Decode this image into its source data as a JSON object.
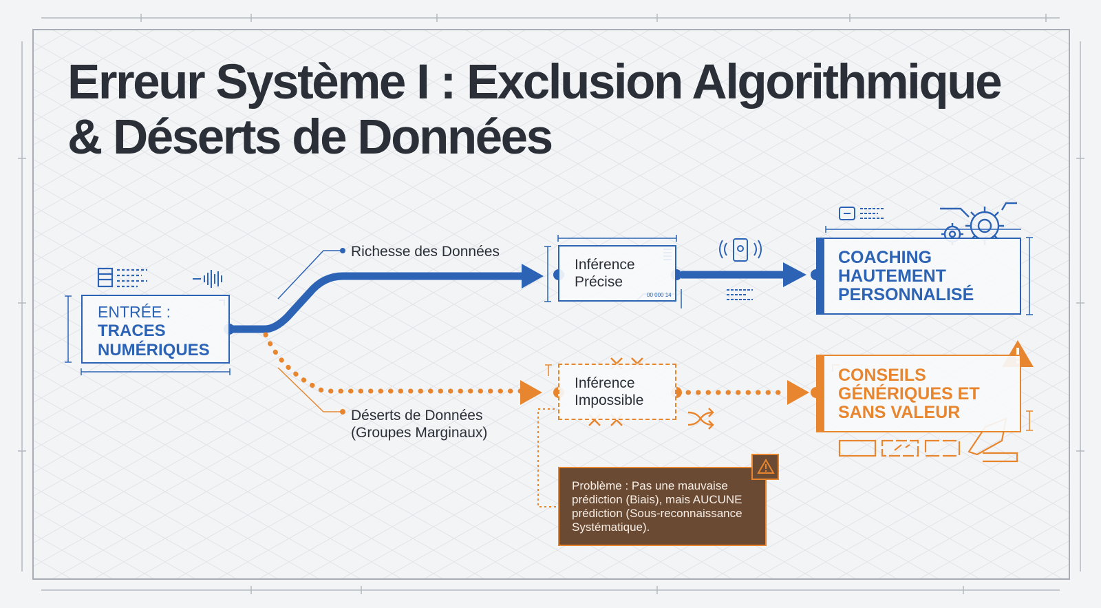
{
  "title": {
    "line1": "Erreur Système I : Exclusion Algorithmique",
    "line2": "& Déserts de Données"
  },
  "nodes": {
    "input": {
      "line1": "ENTRÉE :",
      "line2": "TRACES",
      "line3": "NUMÉRIQUES"
    },
    "precise": {
      "line1": "Inférence",
      "line2": "Précise",
      "tag": "00 000 14"
    },
    "impossible": {
      "line1": "Inférence",
      "line2": "Impossible"
    },
    "coaching": {
      "line1": "COACHING",
      "line2": "HAUTEMENT",
      "line3": "PERSONNALISÉ"
    },
    "conseils": {
      "line1": "CONSEILS",
      "line2": "GÉNÉRIQUES ET",
      "line3": "SANS VALEUR"
    }
  },
  "edges": {
    "rich": {
      "label": "Richesse des Données"
    },
    "desert": {
      "line1": "Déserts de Données",
      "line2": "(Groupes Marginaux)"
    }
  },
  "problem": {
    "line1": "Problème : Pas une mauvaise",
    "line2": "prédiction (Biais), mais AUCUNE",
    "line3": "prédiction (Sous-reconnaissance",
    "line4": "Systématique)."
  },
  "icons": {
    "warning_top": "warning-triangle-icon",
    "warning_problem": "warning-triangle-icon",
    "gears": "gears-icon",
    "phone": "phone-signal-icon",
    "shuffle": "shuffle-icon",
    "database": "database-icon"
  },
  "colors": {
    "blue": "#2c63b5",
    "orange": "#e8862f",
    "dark": "#2b2f38",
    "brown": "#6b4a33"
  }
}
